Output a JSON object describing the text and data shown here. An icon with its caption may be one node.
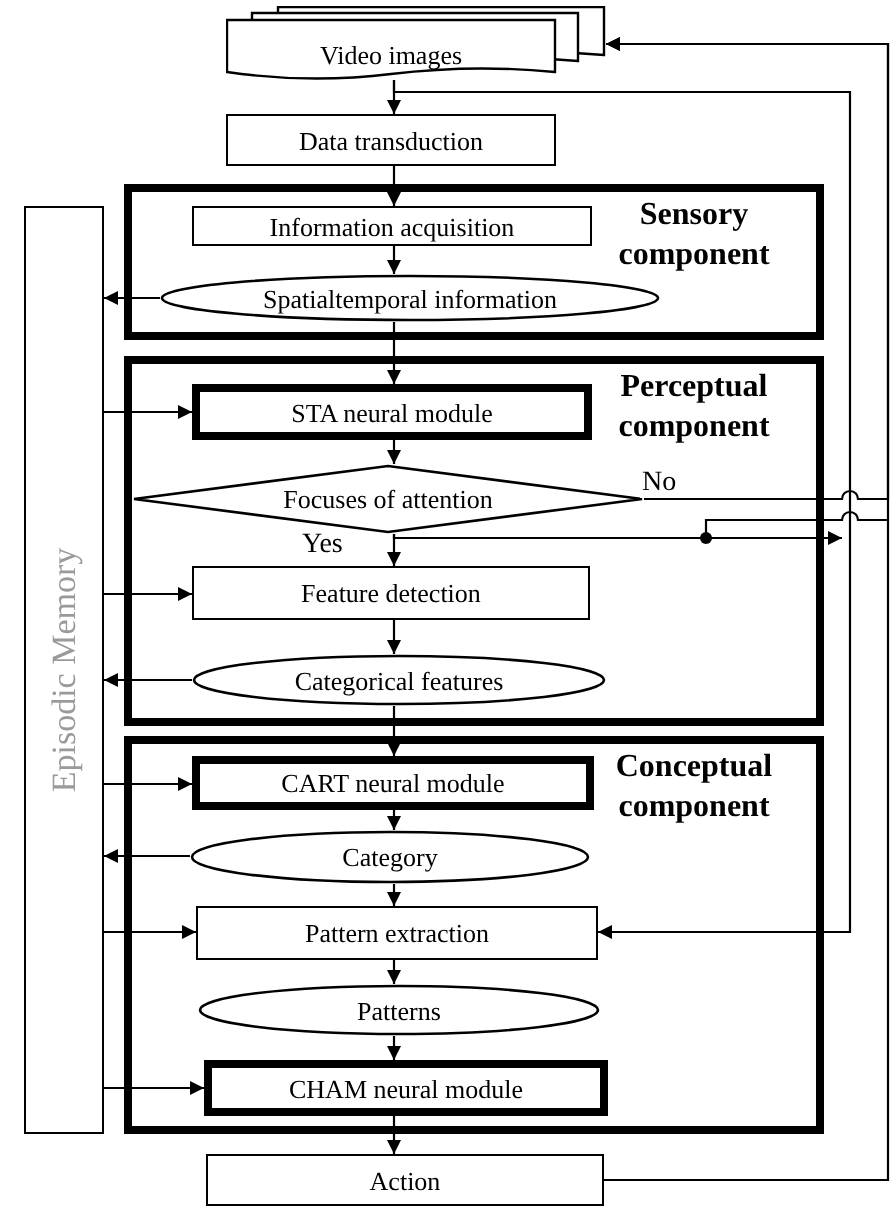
{
  "diagram": {
    "nodes": [
      {
        "text": [
          "Video images"
        ]
      },
      {
        "text": [
          "Data transduction"
        ]
      },
      {
        "text": [
          "Sensory component"
        ]
      },
      {
        "text": [
          "Information acquisition"
        ],
        "in": 2
      },
      {
        "text": [
          "Spatialtemporal information"
        ],
        "in": 2
      },
      {
        "text": [
          "Perceptual component"
        ]
      },
      {
        "text": [
          "STA neural module"
        ],
        "in": 5
      },
      {
        "text": [
          "Focuses of attention"
        ],
        "in": 5
      },
      {
        "text": [
          "Feature detection"
        ],
        "in": 5
      },
      {
        "text": [
          "Categorical features"
        ],
        "in": 5
      },
      {
        "text": [
          "Conceptual component"
        ]
      },
      {
        "text": [
          "CART neural module"
        ],
        "in": 10
      },
      {
        "text": [
          "Category"
        ],
        "in": 10
      },
      {
        "text": [
          "Pattern extraction"
        ],
        "in": 10
      },
      {
        "text": [
          "Patterns"
        ],
        "in": 10
      },
      {
        "text": [
          "CHAM neural module"
        ],
        "in": 10
      },
      {
        "text": [
          "Action"
        ]
      },
      {
        "text": [
          "Episodic Memory"
        ]
      }
    ],
    "edges": [
      {
        "from": 0,
        "to": 1,
        "arrow": "to"
      },
      {
        "from": 1,
        "to": 3,
        "arrow": "to"
      },
      {
        "from": 3,
        "to": 4,
        "arrow": "to"
      },
      {
        "from": 4,
        "to": 17,
        "arrow": "to"
      },
      {
        "from": 4,
        "to": 6,
        "arrow": "to"
      },
      {
        "from": 6,
        "to": 7,
        "arrow": "to"
      },
      {
        "from": 7,
        "to": 8,
        "arrow": "to",
        "label": "Yes"
      },
      {
        "from": 7,
        "to": 0,
        "arrow": "to",
        "label": "No"
      },
      {
        "from": 7,
        "to": 13,
        "arrow": "to"
      },
      {
        "from": 17,
        "to": 6,
        "arrow": "to"
      },
      {
        "from": 8,
        "to": 9,
        "arrow": "to"
      },
      {
        "from": 17,
        "to": 8,
        "arrow": "to"
      },
      {
        "from": 9,
        "to": 17,
        "arrow": "to"
      },
      {
        "from": 9,
        "to": 11,
        "arrow": "to"
      },
      {
        "from": 17,
        "to": 11,
        "arrow": "to"
      },
      {
        "from": 11,
        "to": 12,
        "arrow": "to"
      },
      {
        "from": 12,
        "to": 17,
        "arrow": "to"
      },
      {
        "from": 12,
        "to": 13,
        "arrow": "to"
      },
      {
        "from": 17,
        "to": 13,
        "arrow": "to"
      },
      {
        "from": 13,
        "to": 14,
        "arrow": "to"
      },
      {
        "from": 14,
        "to": 15,
        "arrow": "to"
      },
      {
        "from": 17,
        "to": 15,
        "arrow": "to"
      },
      {
        "from": 15,
        "to": 16,
        "arrow": "to"
      },
      {
        "from": 16,
        "to": 0,
        "arrow": "to"
      },
      {
        "from": 0,
        "to": 13,
        "arrow": "to"
      }
    ]
  }
}
